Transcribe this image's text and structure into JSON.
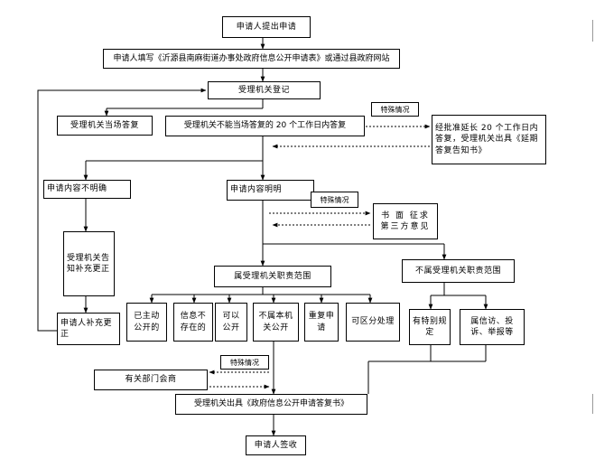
{
  "flowchart": {
    "nodes": {
      "apply": "申请人提出申请",
      "fill_form": "申请人填写《沂源县南麻街道办事处政府信息公开申请表》或通过县政府网站",
      "register": "受理机关登记",
      "answer_spot": "受理机关当场答复",
      "answer_20days": "受理机关不能当场答复的 20 个工作日内答复",
      "extend": "经批准延长 20 个工作日内答复，受理机关出具《延期答复告知书》",
      "unclear": "申请内容不明确",
      "clear": "申请内容明明",
      "notify_supplement": "受理机关告知补充更正",
      "third_party": "书 面 征求第三方意见",
      "in_scope": "属受理机关职责范围",
      "out_scope": "不属受理机关职责范围",
      "supplement": "申请人补充更正",
      "published": "已主动公开的",
      "not_exist": "信息不存在的",
      "can_publish": "可以公开",
      "not_agency": "不属本机关公开",
      "duplicate": "重复申请",
      "distinguish": "可区分处理",
      "special_out": "有特别规定",
      "petition": "属信访、投诉、举报等",
      "consult": "有关部门会商",
      "issue_reply": "受理机关出具《政府信息公开申请答复书》",
      "sign": "申请人签收"
    },
    "notes": {
      "special_1": "特殊情况",
      "special_2": "特殊情况",
      "special_3": "特殊情况"
    }
  }
}
